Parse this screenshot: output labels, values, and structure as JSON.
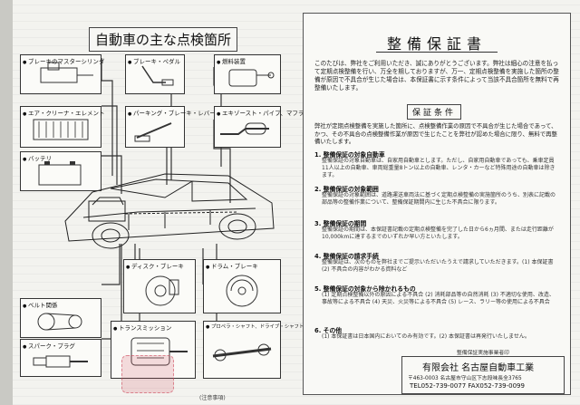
{
  "diagram": {
    "title": "自動車の主な点検箇所",
    "parts": [
      {
        "label": "ブレーキのマスターシリンダ"
      },
      {
        "label": "ブレーキ・ペダル"
      },
      {
        "label": "燃料装置"
      },
      {
        "label": "エア・クリーナ・エレメント"
      },
      {
        "label": "パーキング・ブレーキ・レバー"
      },
      {
        "label": "エキゾースト・パイプ、マフラ"
      },
      {
        "label": "バッテリ"
      },
      {
        "label": "ベルト関係"
      },
      {
        "label": "ディスク・ブレーキ"
      },
      {
        "label": "ドラム・ブレーキ"
      },
      {
        "label": "スパーク・プラグ"
      },
      {
        "label": "トランスミッション"
      },
      {
        "label": "プロペラ・シャフト、ドライブ・シャフト"
      }
    ]
  },
  "certificate": {
    "title": "整備保証書",
    "intro": "このたびは、弊社をご利用いただき、誠にありがとうございます。弊社は細心の注意を払って定期点検整備を行い、万全を期しておりますが、万一、定期点検整備を実施した箇所の整備が原因で不具合が生じた場合は、本保証書に示す条件によって当該不具合箇所を無料で再整備いたします。",
    "conditions_title": "保証条件",
    "conditions_intro": "弊社が定期点検整備を実施した箇所に、点検整備作業の原因で不具合が生じた場合であって、かつ、その不具合の点検整備作業が原因で生じたことを弊社が認めた場合に限り、無料で再整備いたします。",
    "sections": [
      {
        "heading": "1. 整備保証の対象自動車",
        "body": "整備保証の対象自動車は、自家用自動車とします。ただし、自家用自動車であっても、乗車定員11人以上の自動車、車両総重量8トン以上の自動車、レンタ・カーなど特殊用途の自動車は除きます。"
      },
      {
        "heading": "2. 整備保証の対象範囲",
        "body": "整備保証の対象範囲は、道路運送車両法に基づく定期点検整備の実施箇所のうち、別表に記載の部品等の整備作業について、整備保証期間内に生じた不具合に限ります。"
      },
      {
        "heading": "3. 整備保証の期間",
        "body": "整備保証の期間は、本保証書記載の定期点検整備を完了した日から6ヵ月間、または走行距離が10,000kmに達するまでのいずれか早い方といたします。"
      },
      {
        "heading": "4. 整備保証の請求手続",
        "body": "整備保証は、次のものを弊社までご提示いただいたうえで請求していただきます。(1) 本保証書 (2) 不具合の内容がわかる資料など"
      },
      {
        "heading": "5. 整備保証の対象から除かれるもの",
        "body": "(1) 定期点検整備以外の原因による不具合 (2) 消耗部品等の自然消耗 (3) 不適切な使用、改造、事故等による不具合 (4) 天災、火災等による不具合 (5) レース、ラリー等の使用による不具合"
      },
      {
        "heading": "6. その他",
        "body": "(1) 本保証書は日本国内においてのみ有効です。(2) 本保証書は再発行いたしません。"
      }
    ],
    "issuer": {
      "header": "整備保証実施事業者印",
      "name": "有限会社 名古屋自動車工業",
      "address": "〒463-0003 名古屋市守山区下志段味長全3765",
      "tel": "TEL052-739-0077 FAX052-739-0099"
    },
    "note": "(注意事項)"
  }
}
